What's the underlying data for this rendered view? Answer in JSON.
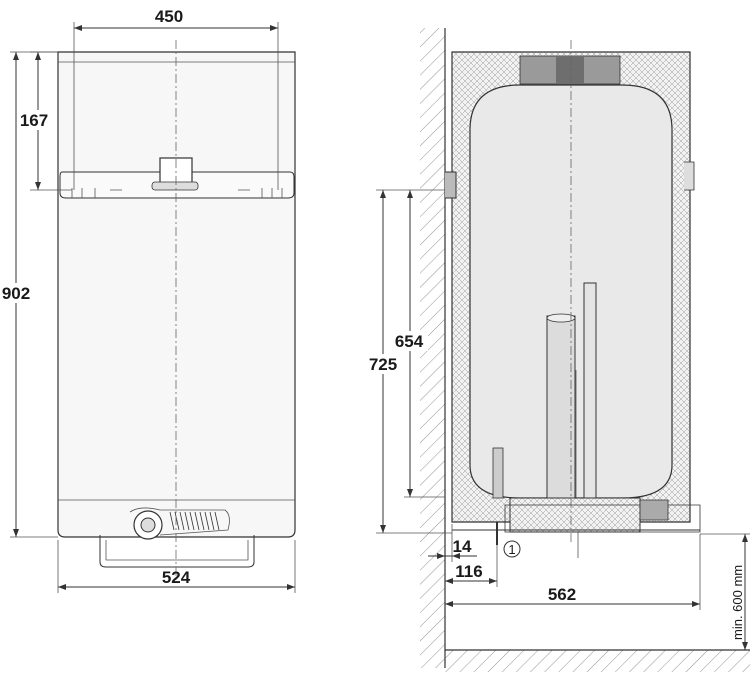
{
  "front_view": {
    "width_mounting": "450",
    "height_top_to_bracket": "167",
    "total_height": "902",
    "total_width": "524"
  },
  "side_view": {
    "height_bracket_to_pipe_a": "654",
    "height_bracket_to_pipe_b": "725",
    "wall_to_pipe_a": "14",
    "wall_to_pipe_b": "116",
    "total_depth": "562",
    "clearance_below": "min. 600 mm",
    "callout_number": "1"
  },
  "colors": {
    "line": "#333333",
    "body_fill": "#f7f7f7",
    "insulation_fill": "#e6e6e6",
    "tank_fill": "#e9e9e9"
  }
}
